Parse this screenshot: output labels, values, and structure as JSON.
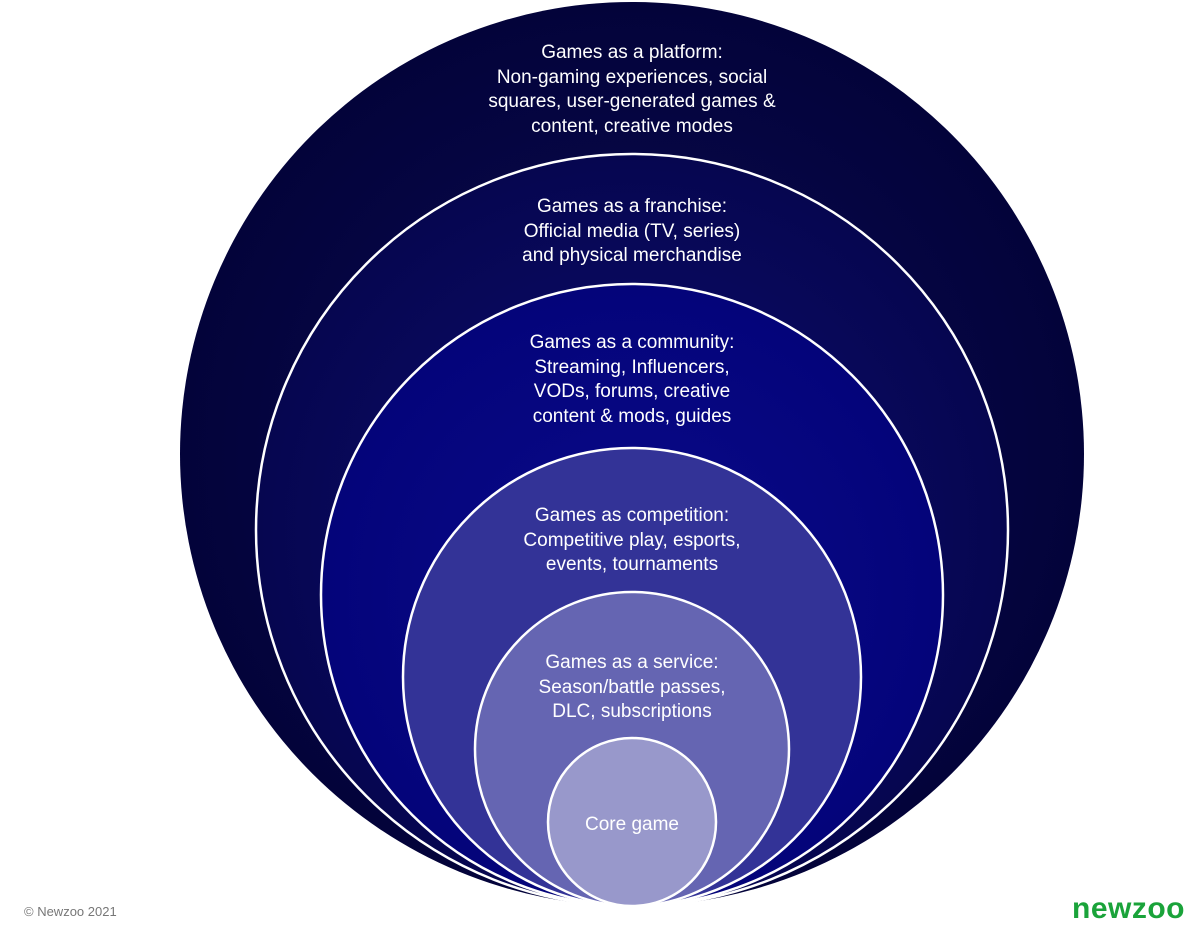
{
  "layers": [
    {
      "title": "Games as a platform:",
      "lines": [
        "Non-gaming experiences, social",
        "squares, user-generated games &",
        "content, creative modes"
      ],
      "color": "#05053f"
    },
    {
      "title": "Games as a franchise:",
      "lines": [
        "Official media (TV, series)",
        "and physical merchandise"
      ],
      "color": "#08085c"
    },
    {
      "title": "Games as a community:",
      "lines": [
        "Streaming, Influencers,",
        "VODs, forums, creative",
        "content & mods, guides"
      ],
      "color": "#05057f"
    },
    {
      "title": "Games as competition:",
      "lines": [
        "Competitive play, esports,",
        "events, tournaments"
      ],
      "color": "#333397"
    },
    {
      "title": "Games as a service:",
      "lines": [
        "Season/battle passes,",
        "DLC, subscriptions"
      ],
      "color": "#6565b2"
    },
    {
      "title": "Core game",
      "lines": [],
      "color": "#9898cb"
    }
  ],
  "footer": {
    "copyright": "© Newzoo 2021",
    "logo": "newzoo"
  }
}
